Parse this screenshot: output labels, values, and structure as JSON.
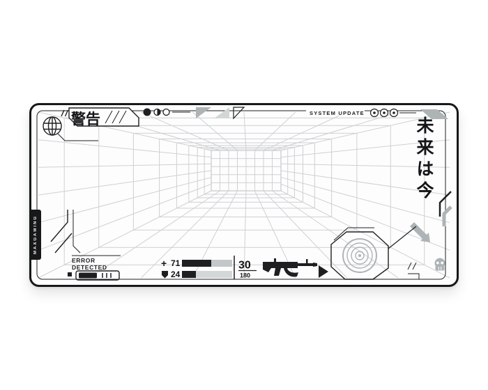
{
  "window": {
    "background": "#ffffff"
  },
  "pad": {
    "colors": {
      "ink": "#1d1f20",
      "gray": "#aeb4b6",
      "light_gray": "#d2d6d7",
      "grid_line": "#cdd1d2",
      "surface": "#fdfdfd"
    },
    "top_left": {
      "warning_label": "警告"
    },
    "top_right": {
      "system_update_label": "SYSTEM UPDATE"
    },
    "right_side": {
      "tagline_vertical": "未来は今"
    },
    "left_tab": {
      "brand_vertical": "MAXGAMING"
    },
    "bottom_left": {
      "error_line1": "ERROR",
      "error_line2": "DETECTED"
    },
    "hud": {
      "health": {
        "icon": "+",
        "value": "71"
      },
      "armor": {
        "value": "24"
      },
      "ammo": {
        "clip": "30",
        "reserve": "180"
      }
    }
  }
}
